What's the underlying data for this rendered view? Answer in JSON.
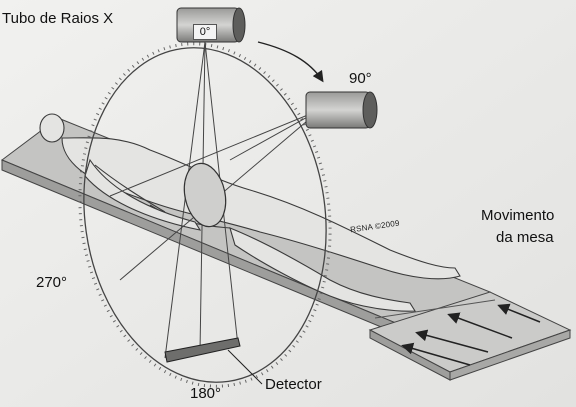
{
  "labels": {
    "tube": "Tubo de Raios X",
    "angle_0": "0°",
    "angle_90": "90°",
    "angle_180": "180°",
    "angle_270": "270°",
    "detector": "Detector",
    "table_movement_line1": "Movimento",
    "table_movement_line2": "da mesa",
    "watermark": "RSNA ©2009"
  },
  "colors": {
    "background": "#ececea",
    "table": "#bdbdbb",
    "body": "#dcdcda",
    "outline": "#3a3a3a",
    "arrow": "#222222"
  }
}
